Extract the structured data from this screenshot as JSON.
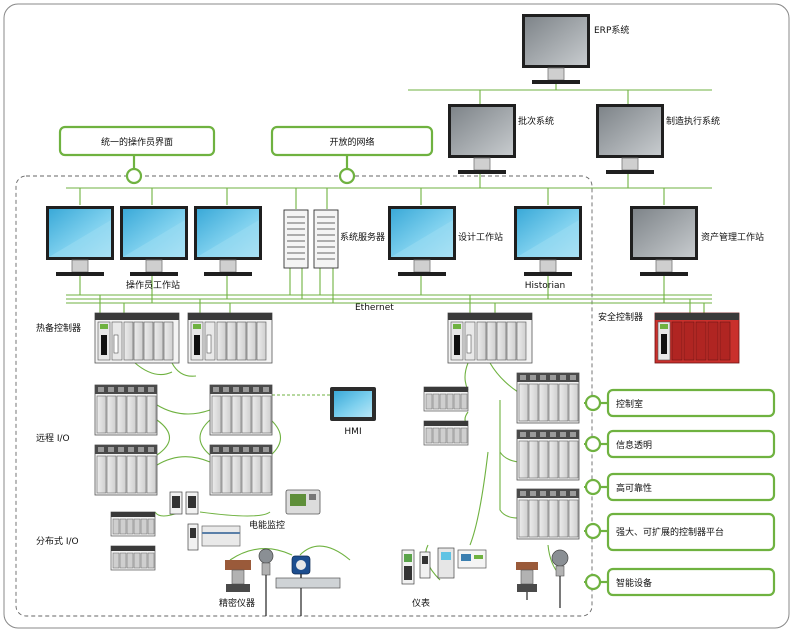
{
  "callouts_top": [
    "统一的操作员界面",
    "开放的网络"
  ],
  "callouts_right": [
    "控制室",
    "信息透明",
    "高可靠性",
    "强大、可扩展的控制器平台",
    "智能设备"
  ],
  "labels": {
    "erp": "ERP系统",
    "batch": "批次系统",
    "mes": "制造执行系统",
    "operator_ws": "操作员工作站",
    "system_server": "系统服务器",
    "design_ws": "设计工作站",
    "historian": "Historian",
    "asset_ws": "资产管理工作站",
    "ethernet": "Ethernet",
    "hot_standby": "热备控制器",
    "safety": "安全控制器",
    "remote_io": "远程 I/O",
    "distributed_io": "分布式 I/O",
    "hmi": "HMI",
    "power_monitor": "电能监控",
    "precision": "精密仪器",
    "instrument": "仪表"
  },
  "colors": {
    "accent": "#6fb240",
    "monitor_screen": "#5fc3e4",
    "gray_screen": "#9ea3a8",
    "safety_red": "#c9302c"
  }
}
